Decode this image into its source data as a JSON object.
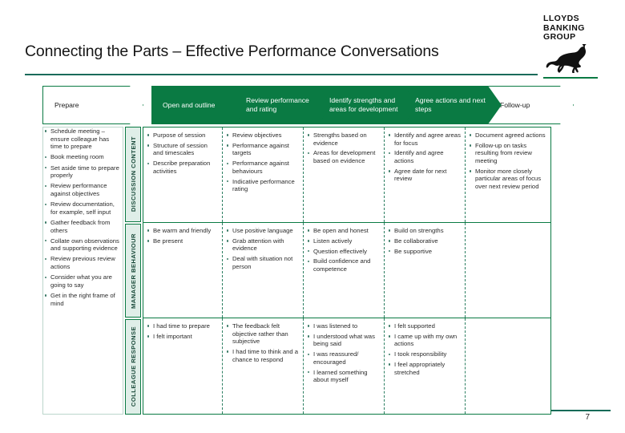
{
  "brand": {
    "logo_line1": "LLOYDS",
    "logo_line2": "BANKING",
    "logo_line3": "GROUP",
    "logo_icon": "black-horse-icon",
    "green": "#0a7a43",
    "rule_green": "#1a6b5a"
  },
  "title": "Connecting the Parts – Effective Performance Conversations",
  "footer": {
    "page_number": "7"
  },
  "stages": [
    {
      "id": "prepare",
      "label": "Prepare",
      "style": "open"
    },
    {
      "id": "open",
      "label": "Open and outline",
      "style": "filled"
    },
    {
      "id": "review",
      "label": "Review performance and rating",
      "style": "filled"
    },
    {
      "id": "identify",
      "label": "Identify strengths and areas for development",
      "style": "filled"
    },
    {
      "id": "agree",
      "label": "Agree actions and next steps",
      "style": "filled"
    },
    {
      "id": "followup",
      "label": "Follow-up",
      "style": "open"
    }
  ],
  "row_labels": [
    "DISCUSSION CONTENT",
    "MANAGER BEHAVIOUR",
    "COLLEAGUE RESPONSE"
  ],
  "prepare_column": {
    "bullets": [
      "Schedule meeting – ensure colleague has time to prepare",
      "Book meeting room",
      "Set aside time to prepare properly",
      "Review performance against objectives",
      "Review documentation, for example, self input",
      "Gather feedback from others",
      "Collate own observations and supporting evidence",
      "Review previous review actions",
      "Consider what you are going to say",
      "Get in the right frame of mind"
    ]
  },
  "matrix": {
    "rows": [
      {
        "label": "DISCUSSION CONTENT",
        "cells": [
          {
            "stage": "open",
            "bullets": [
              "Purpose of session",
              "Structure of session and timescales",
              "Describe preparation activities"
            ]
          },
          {
            "stage": "review",
            "bullets": [
              "Review objectives",
              "Performance against targets",
              "Performance against behaviours",
              "Indicative performance rating"
            ]
          },
          {
            "stage": "identify",
            "bullets": [
              "Strengths based on evidence",
              "Areas for development based on evidence"
            ]
          },
          {
            "stage": "agree",
            "bullets": [
              "Identify and agree areas for focus",
              "Identify and agree actions",
              "Agree date for next review"
            ]
          },
          {
            "stage": "followup",
            "bullets": [
              "Document agreed actions",
              "Follow-up on tasks resulting from review meeting",
              "Monitor more closely particular areas of focus over next review period"
            ]
          }
        ]
      },
      {
        "label": "MANAGER BEHAVIOUR",
        "cells": [
          {
            "stage": "open",
            "bullets": [
              "Be warm and friendly",
              "Be present"
            ]
          },
          {
            "stage": "review",
            "bullets": [
              "Use positive language",
              "Grab attention with evidence",
              "Deal with situation not person"
            ]
          },
          {
            "stage": "identify",
            "bullets": [
              "Be open and honest",
              "Listen actively",
              "Question effectively",
              "Build confidence and competence"
            ]
          },
          {
            "stage": "agree",
            "bullets": [
              "Build on strengths",
              "Be collaborative",
              "Be supportive"
            ]
          },
          {
            "stage": "followup",
            "bullets": []
          }
        ]
      },
      {
        "label": "COLLEAGUE RESPONSE",
        "cells": [
          {
            "stage": "open",
            "bullets": [
              "I had time to prepare",
              "I felt important"
            ]
          },
          {
            "stage": "review",
            "bullets": [
              "The feedback felt objective rather than subjective",
              "I had time to think and a chance to respond"
            ]
          },
          {
            "stage": "identify",
            "bullets": [
              "I was listened to",
              "I understood what was being said",
              "I was reassured/ encouraged",
              "I learned something about myself"
            ]
          },
          {
            "stage": "agree",
            "bullets": [
              "I felt supported",
              "I came up with my own actions",
              "I took responsibility",
              "I feel appropriately stretched"
            ]
          },
          {
            "stage": "followup",
            "bullets": []
          }
        ]
      }
    ]
  }
}
